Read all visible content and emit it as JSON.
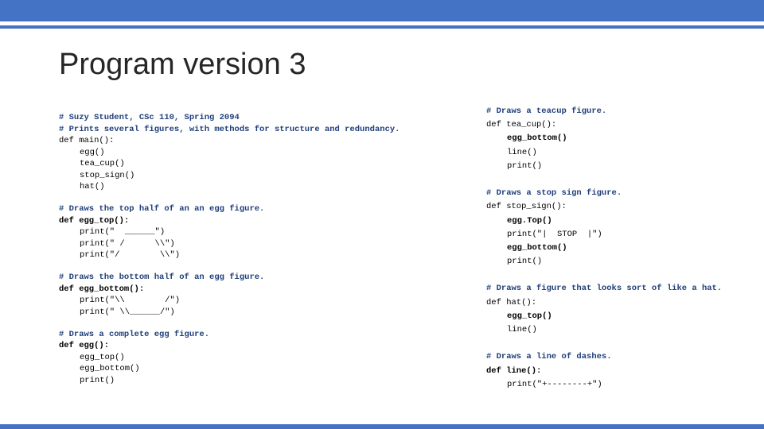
{
  "slide": {
    "title": "Program version 3"
  },
  "left_code": {
    "main_comment_1": "# Suzy Student, CSc 110, Spring 2094",
    "main_comment_2": "# Prints several figures, with methods for structure and redundancy.",
    "main_def": "def main():",
    "main_call_egg": "egg()",
    "main_call_tea_cup": "tea_cup()",
    "main_call_stop_sign": "stop_sign()",
    "main_call_hat": "hat()",
    "egg_top_comment": "# Draws the top half of an an egg figure.",
    "egg_top_def": "def egg_top():",
    "egg_top_line_1": "print(\"  ______\")",
    "egg_top_line_2": "print(\" /      \\\\\")",
    "egg_top_line_3": "print(\"/        \\\\\")",
    "egg_bottom_comment": "# Draws the bottom half of an egg figure.",
    "egg_bottom_def": "def egg_bottom():",
    "egg_bottom_line_1": "print(\"\\\\        /\")",
    "egg_bottom_line_2": "print(\" \\\\______/\")",
    "egg_comment": "# Draws a complete egg figure.",
    "egg_def": "def egg():",
    "egg_line_1": "egg_top()",
    "egg_line_2": "egg_bottom()",
    "egg_line_3": "print()"
  },
  "right_code": {
    "tea_cup_comment": "# Draws a teacup figure.",
    "tea_cup_def": "def tea_cup():",
    "tea_cup_line_1": "egg_bottom()",
    "tea_cup_line_2": "line()",
    "tea_cup_line_3": "print()",
    "stop_sign_comment": "# Draws a stop sign figure.",
    "stop_sign_def": "def stop_sign():",
    "stop_sign_line_1": "egg.Top()",
    "stop_sign_line_2": "print(\"|  STOP  |\")",
    "stop_sign_line_3": "egg_bottom()",
    "stop_sign_line_4": "print()",
    "hat_comment": "# Draws a figure that looks sort of like a hat.",
    "hat_def": "def hat():",
    "hat_line_1": "egg_top()",
    "hat_line_2": "line()",
    "line_comment": "# Draws a line of dashes.",
    "line_def": "def line():",
    "line_line_1": "print(\"+--------+\")"
  },
  "colors": {
    "accent": "#4472c4",
    "title_text": "#262626",
    "comment_text": "#1f3f7a"
  }
}
